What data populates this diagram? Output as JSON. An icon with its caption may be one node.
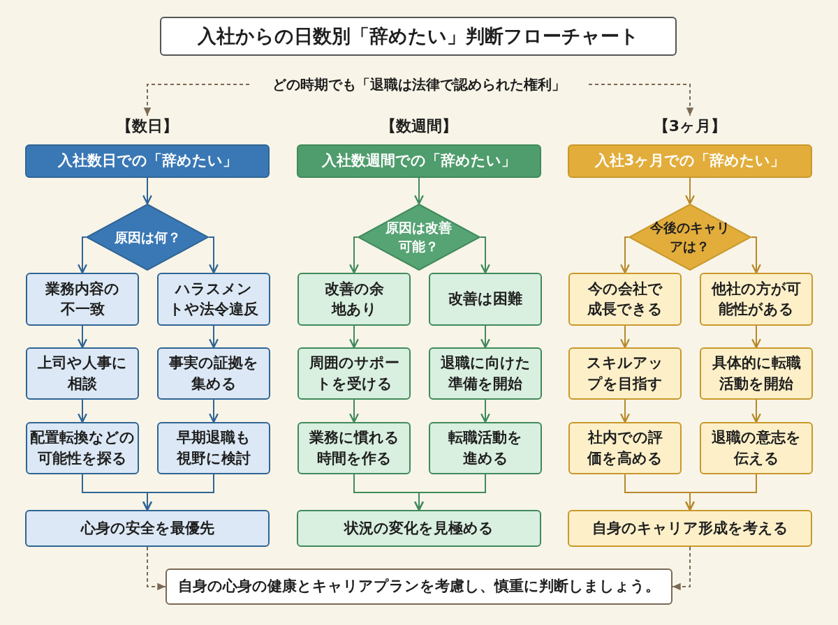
{
  "diagram": {
    "title": "入社からの日数別「辞めたい」判断フローチャート",
    "nodes": [
      {
        "text": [
          "どの時期でも「退職は法律で認められた権利」"
        ]
      },
      {
        "text": [
          "【数日】"
        ]
      },
      {
        "text": [
          "入社数日での「辞めたい」"
        ]
      },
      {
        "text": [
          "原因は何？"
        ]
      },
      {
        "text": [
          "業務内容の不一致"
        ]
      },
      {
        "text": [
          "ハラスメントや法令違反"
        ]
      },
      {
        "text": [
          "上司や人事に相談"
        ]
      },
      {
        "text": [
          "事実の証拠を集める"
        ]
      },
      {
        "text": [
          "配置転換などの可能性を探る"
        ]
      },
      {
        "text": [
          "早期退職も視野に検討"
        ]
      },
      {
        "text": [
          "心身の安全を最優先"
        ]
      },
      {
        "text": [
          "【数週間】"
        ]
      },
      {
        "text": [
          "入社数週間での「辞めたい」"
        ]
      },
      {
        "text": [
          "原因は改善可能？"
        ]
      },
      {
        "text": [
          "改善の余地あり"
        ]
      },
      {
        "text": [
          "改善は困難"
        ]
      },
      {
        "text": [
          "周囲のサポートを受ける"
        ]
      },
      {
        "text": [
          "退職に向けた準備を開始"
        ]
      },
      {
        "text": [
          "業務に慣れる時間を作る"
        ]
      },
      {
        "text": [
          "転職活動を進める"
        ]
      },
      {
        "text": [
          "状況の変化を見極める"
        ]
      },
      {
        "text": [
          "【3ヶ月】"
        ]
      },
      {
        "text": [
          "入社3ヶ月での「辞めたい」"
        ]
      },
      {
        "text": [
          "今後のキャリアは？"
        ]
      },
      {
        "text": [
          "今の会社で成長できる"
        ]
      },
      {
        "text": [
          "他社の方が可能性がある"
        ]
      },
      {
        "text": [
          "スキルアップを目指す"
        ]
      },
      {
        "text": [
          "具体的に転職活動を開始"
        ]
      },
      {
        "text": [
          "社内での評価を高める"
        ]
      },
      {
        "text": [
          "退職の意志を伝える"
        ]
      },
      {
        "text": [
          "自身のキャリア形成を考える"
        ]
      },
      {
        "text": [
          "自身の心身の健康とキャリアプランを考慮し、慎重に判断しましょう。"
        ]
      }
    ],
    "edges": [
      {
        "from": 0,
        "to": 1,
        "arrow": "to",
        "style": "dashed",
        "color": "#7a6a55"
      },
      {
        "from": 0,
        "to": 21,
        "arrow": "to",
        "style": "dashed",
        "color": "#7a6a55"
      },
      {
        "from": 2,
        "to": 3,
        "arrow": "to",
        "color": "#2f6594"
      },
      {
        "from": 3,
        "to": 4,
        "arrow": "to",
        "color": "#2f6594"
      },
      {
        "from": 3,
        "to": 5,
        "arrow": "to",
        "color": "#2f6594"
      },
      {
        "from": 4,
        "to": 6,
        "arrow": "to",
        "color": "#2f6594"
      },
      {
        "from": 6,
        "to": 8,
        "arrow": "to",
        "color": "#2f6594"
      },
      {
        "from": 5,
        "to": 7,
        "arrow": "to",
        "color": "#2f6594"
      },
      {
        "from": 7,
        "to": 9,
        "arrow": "to",
        "color": "#2f6594"
      },
      {
        "from": 8,
        "to": 10,
        "arrow": "to",
        "color": "#2f6594"
      },
      {
        "from": 9,
        "to": 10,
        "arrow": "to",
        "color": "#2f6594"
      },
      {
        "from": 12,
        "to": 13,
        "arrow": "to",
        "color": "#3f8a5c"
      },
      {
        "from": 13,
        "to": 14,
        "arrow": "to",
        "color": "#3f8a5c"
      },
      {
        "from": 13,
        "to": 15,
        "arrow": "to",
        "color": "#3f8a5c"
      },
      {
        "from": 14,
        "to": 16,
        "arrow": "to",
        "color": "#3f8a5c"
      },
      {
        "from": 16,
        "to": 18,
        "arrow": "to",
        "color": "#3f8a5c"
      },
      {
        "from": 15,
        "to": 17,
        "arrow": "to",
        "color": "#3f8a5c"
      },
      {
        "from": 17,
        "to": 19,
        "arrow": "to",
        "color": "#3f8a5c"
      },
      {
        "from": 18,
        "to": 20,
        "arrow": "to",
        "color": "#3f8a5c"
      },
      {
        "from": 19,
        "to": 20,
        "arrow": "to",
        "color": "#3f8a5c"
      },
      {
        "from": 22,
        "to": 23,
        "arrow": "to",
        "color": "#b8892a"
      },
      {
        "from": 23,
        "to": 24,
        "arrow": "to",
        "color": "#b8892a"
      },
      {
        "from": 23,
        "to": 25,
        "arrow": "to",
        "color": "#b8892a"
      },
      {
        "from": 24,
        "to": 26,
        "arrow": "to",
        "color": "#b8892a"
      },
      {
        "from": 26,
        "to": 28,
        "arrow": "to",
        "color": "#b8892a"
      },
      {
        "from": 25,
        "to": 27,
        "arrow": "to",
        "color": "#b8892a"
      },
      {
        "from": 27,
        "to": 29,
        "arrow": "to",
        "color": "#b8892a"
      },
      {
        "from": 28,
        "to": 30,
        "arrow": "to",
        "color": "#b8892a"
      },
      {
        "from": 29,
        "to": 30,
        "arrow": "to",
        "color": "#b8892a"
      },
      {
        "from": 10,
        "to": 31,
        "arrow": "to",
        "style": "dashed",
        "color": "#7a6a55"
      },
      {
        "from": 30,
        "to": 31,
        "arrow": "to",
        "style": "dashed",
        "color": "#7a6a55"
      }
    ]
  }
}
